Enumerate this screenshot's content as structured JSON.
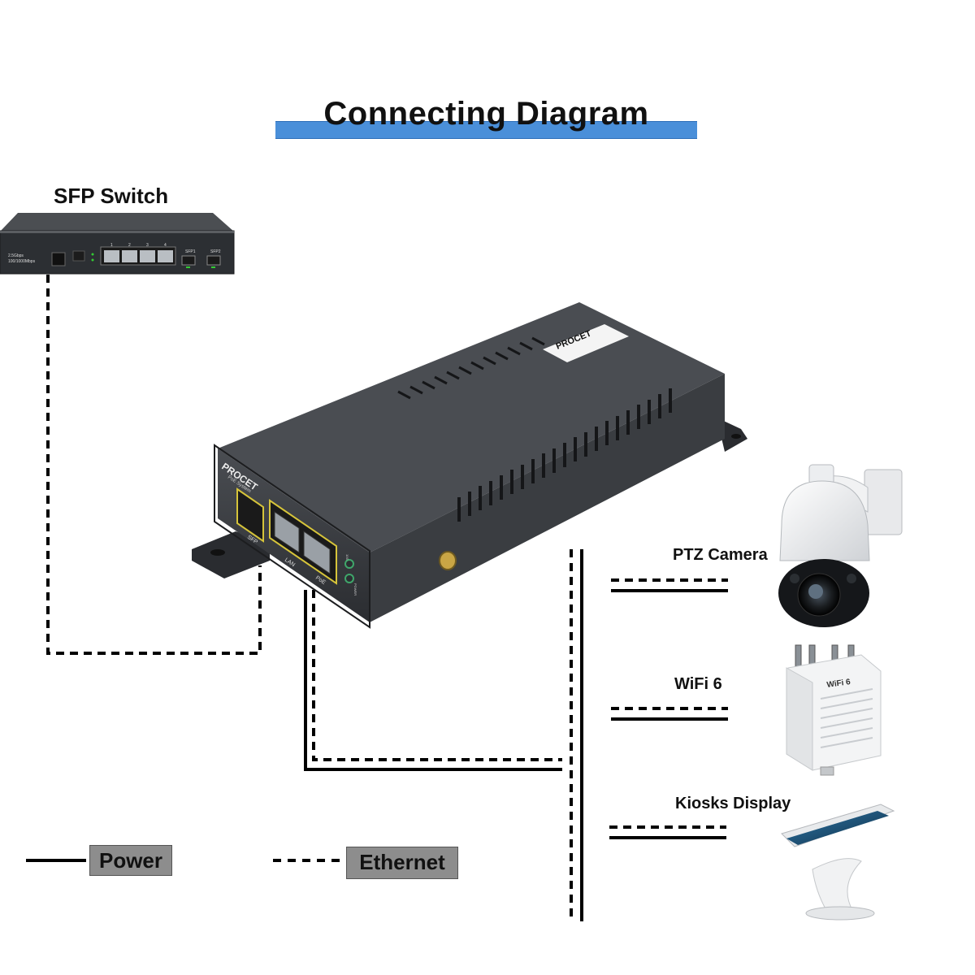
{
  "title": "Connecting Diagram",
  "devices": {
    "switch": "SFP Switch",
    "camera": "PTZ Camera",
    "wifi": "WiFi 6",
    "kiosk": "Kiosks Display"
  },
  "injector": {
    "brand": "PROCET",
    "sub": "PoE System",
    "ports": [
      "SFP",
      "LAN",
      "PoE"
    ],
    "leds": [
      "10G",
      "POWER"
    ]
  },
  "switch_panel": {
    "speeds": [
      "2.5Gbps",
      "100/1000Mbps"
    ],
    "ports": [
      "1",
      "2",
      "3",
      "4",
      "SFP1",
      "SFP2"
    ]
  },
  "wifi_label": "WiFi 6",
  "legend": {
    "power": "Power",
    "ethernet": "Ethernet"
  },
  "colors": {
    "title_bar": "#4a8fd9",
    "legend_box": "#8d8d8d",
    "line": "#000000",
    "device_body": "#3b3e42"
  }
}
